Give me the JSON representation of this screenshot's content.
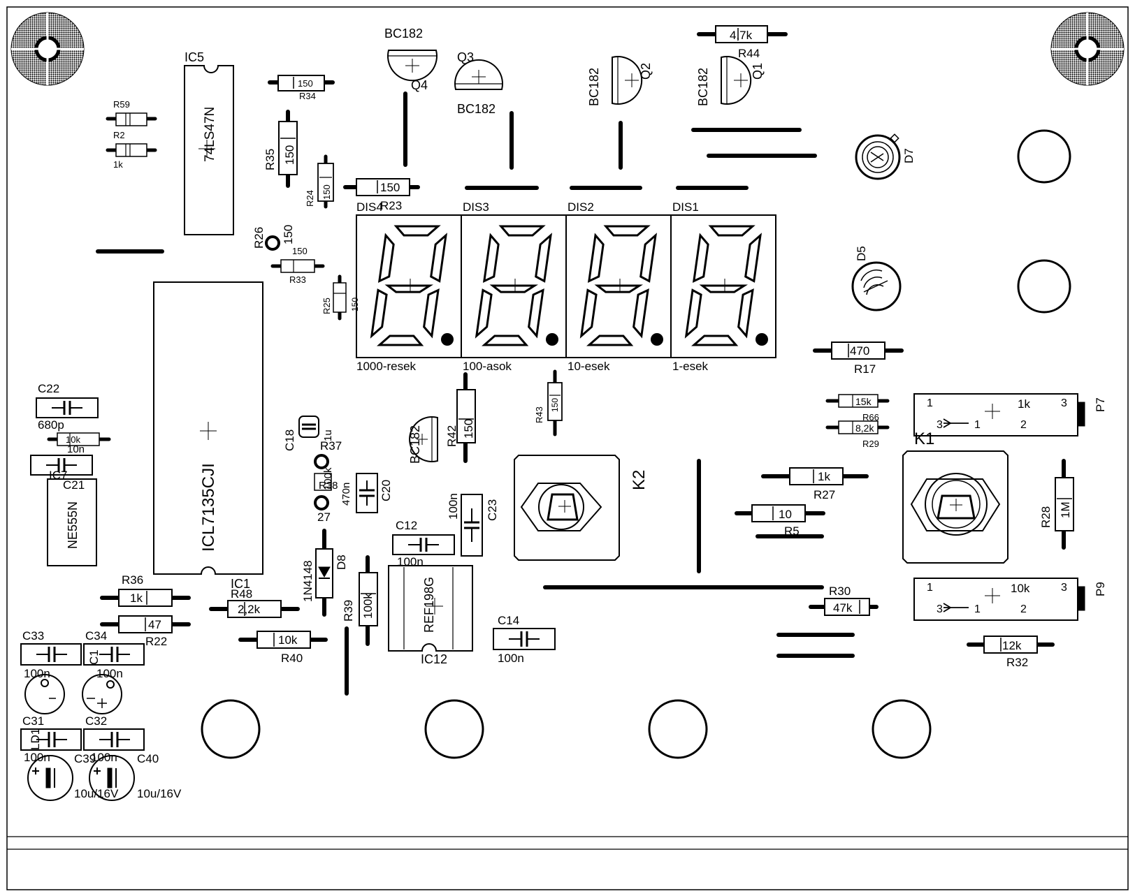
{
  "colors": {
    "ink": "#000000",
    "paper": "#ffffff"
  },
  "labels": {
    "bc182_q4_top": "BC182",
    "q4": "Q4",
    "q3": "Q3",
    "bc182_q3": "BC182",
    "bc182_q2": "BC182",
    "q2": "Q2",
    "bc182_q1": "BC182",
    "q1": "Q1",
    "r44_val": "4,7k",
    "r44": "R44",
    "ic5": "IC5",
    "ic5_part": "74LS47N",
    "r59": "R59",
    "r_small": "R2",
    "r_small_val": "1k",
    "r34_val": "150",
    "r34": "R34",
    "r35": "R35",
    "r35_val": "150",
    "r24": "R24",
    "r24_val": "150",
    "r23_val": "150",
    "r23": "R23",
    "dis4": "DIS4",
    "dis3": "DIS3",
    "dis2": "DIS2",
    "dis1": "DIS1",
    "d7": "D7",
    "d5": "D5",
    "r26": "R26",
    "r26_val": "150",
    "r33_val": "150",
    "r33": "R33",
    "r25": "R25",
    "r25_val": "150",
    "dig4_label": "1000-resek",
    "dig3_label": "100-asok",
    "dig2_label": "10-esek",
    "dig1_label": "1-esek",
    "r17_val": "470",
    "r17": "R17",
    "c22": "C22",
    "c22_val": "680p",
    "r_10k_left": "10k",
    "c_10n": "10n",
    "c21": "C21",
    "ic7_label": "IC7",
    "ic7_part": "NE555N",
    "ic1_part": "ICL7135CJI",
    "ic1": "IC1",
    "c18": "C18",
    "c18_val": "1u",
    "r37": "R37",
    "r37_val": "100k",
    "r_mid_small": "R38",
    "c20": "C20",
    "c20_val": "470n",
    "val_27": "27",
    "r42": "R42",
    "r42_val": "150",
    "bc182_lower": "BC182",
    "r43": "R43",
    "r43_val": "150",
    "k2": "K2",
    "k1": "K1",
    "r66_val": "15k",
    "r66": "R66",
    "r29_val": "8,2k",
    "r29": "R29",
    "p7_pin1": "1",
    "p7_val": "1k",
    "p7_pin3": "3",
    "p7_w3": "3",
    "p7_w1": "1",
    "p7_w2": "2",
    "p7": "P7",
    "r27_val": "1k",
    "r27": "R27",
    "r5_val": "10",
    "r5": "R5",
    "r28": "R28",
    "r28_val": "1M",
    "c23": "C23",
    "c23_val": "100n",
    "c12": "C12",
    "c12_val": "100n",
    "ic12_part": "REF198G",
    "ic12": "IC12",
    "d8_part": "1N4148",
    "d8": "D8",
    "r39": "R39",
    "r39_val": "100k",
    "r36": "R36",
    "r36_val": "1k",
    "r48": "R48",
    "r48_val": "2,2k",
    "r22_val": "47",
    "r22": "R22",
    "r40_val": "10k",
    "r40": "R40",
    "c14": "C14",
    "c14_val": "100n",
    "r30": "R30",
    "r30_val": "47k",
    "p9_pin1": "1",
    "p9_val": "10k",
    "p9_pin3": "3",
    "p9_w3": "3",
    "p9_w1": "1",
    "p9_w2": "2",
    "p9": "P9",
    "r32_val": "12k",
    "r32": "R32",
    "c33": "C33",
    "c33_val": "100n",
    "c34": "C34",
    "c34_val": "100n",
    "c1x": "C1",
    "c31": "C31",
    "c32": "C32",
    "c31_val": "100n",
    "c32_val": "100n",
    "ld_label": "LD1",
    "c39": "C39",
    "c40": "C40",
    "c39_val": "10u/16V",
    "c40_val": "10u/16V"
  }
}
